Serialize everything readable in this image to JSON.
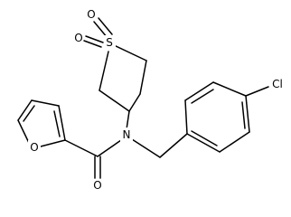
{
  "molecule": {
    "atoms": {
      "sulfur": "S",
      "sulfone_oxygen_top": "O",
      "sulfone_oxygen_left": "O",
      "amide_nitrogen": "N",
      "chlorine": "Cl",
      "furan_oxygen": "O",
      "carbonyl_oxygen": "O"
    }
  }
}
